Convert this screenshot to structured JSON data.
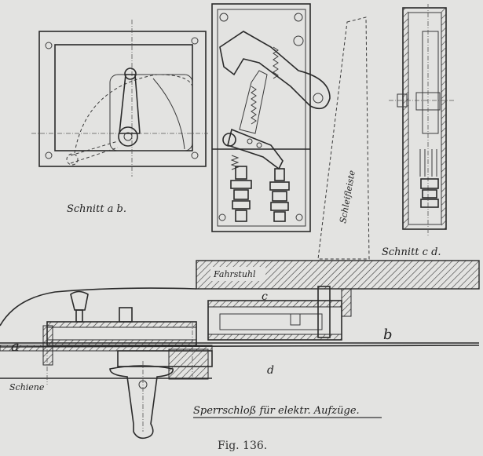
{
  "figure": {
    "caption": "Fig. 136.",
    "title": "Sperrschloß für elektr. Aufzüge.",
    "labels": {
      "section_ab": "Schnitt a b.",
      "section_cd": "Schnitt c d.",
      "contact_strip": "Schleifleiste",
      "car": "Fahrstuhl",
      "rail": "Schiene",
      "a": "a",
      "b": "b",
      "c": "c",
      "d": "d"
    }
  }
}
